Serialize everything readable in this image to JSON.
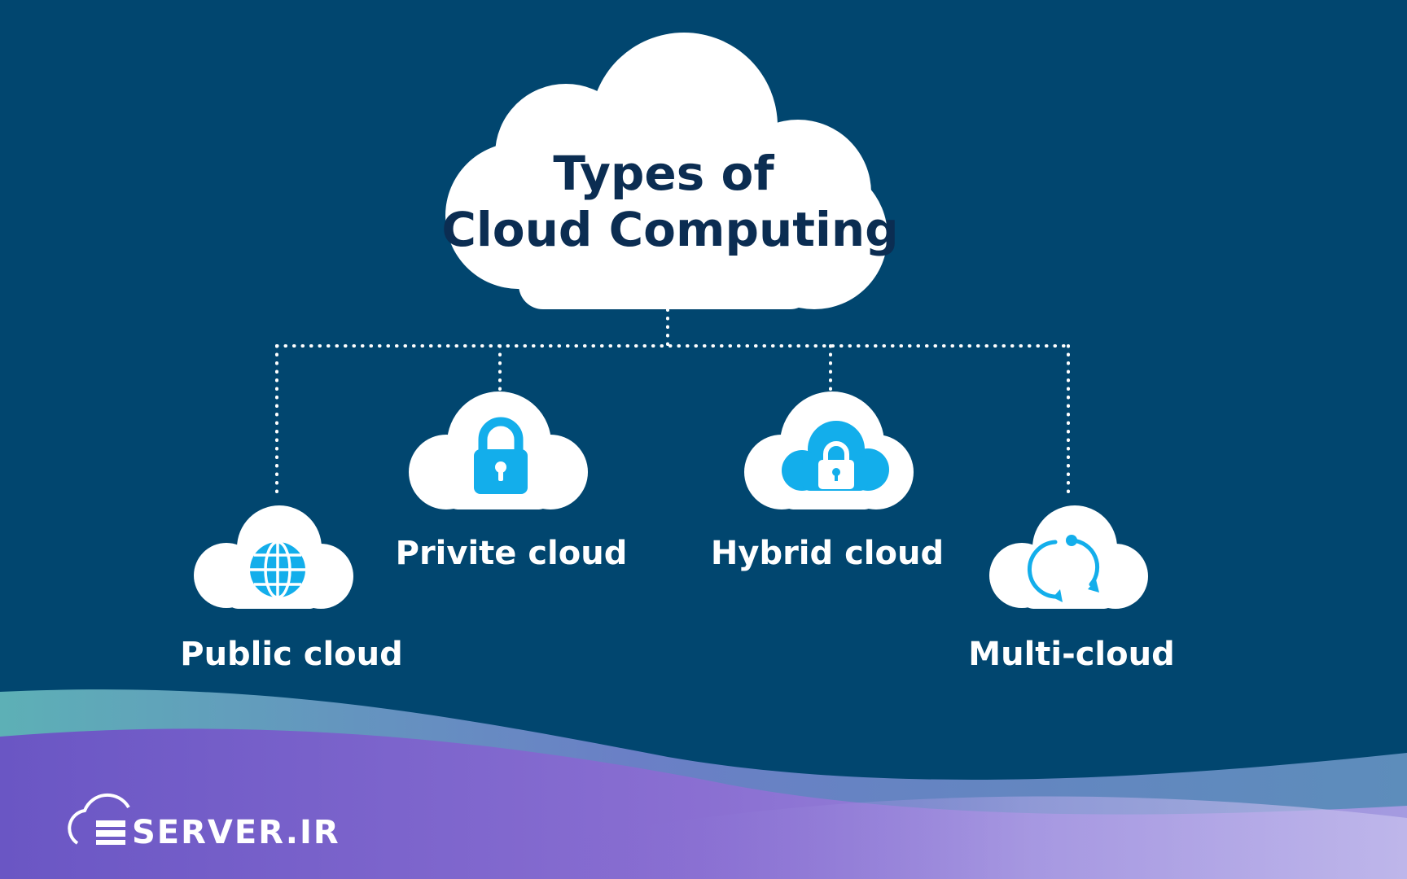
{
  "diagram": {
    "title_line1": "Types of",
    "title_line2": "Cloud Computing",
    "nodes": [
      {
        "label": "Public cloud",
        "icon": "globe-icon"
      },
      {
        "label": "Privite cloud",
        "icon": "padlock-icon"
      },
      {
        "label": "Hybrid cloud",
        "icon": "cloud-lock-icon"
      },
      {
        "label": "Multi-cloud",
        "icon": "sync-arrows-icon"
      }
    ]
  },
  "brand": {
    "logo_text": "SERVER.IR"
  },
  "colors": {
    "background": "#01466f",
    "cloud_fill": "#ffffff",
    "title_text": "#0b2d52",
    "icon_blue": "#13aeeb",
    "connector": "#ffffff",
    "wave_purple": "#7b5fc9",
    "wave_teal": "#6fa9b9"
  }
}
